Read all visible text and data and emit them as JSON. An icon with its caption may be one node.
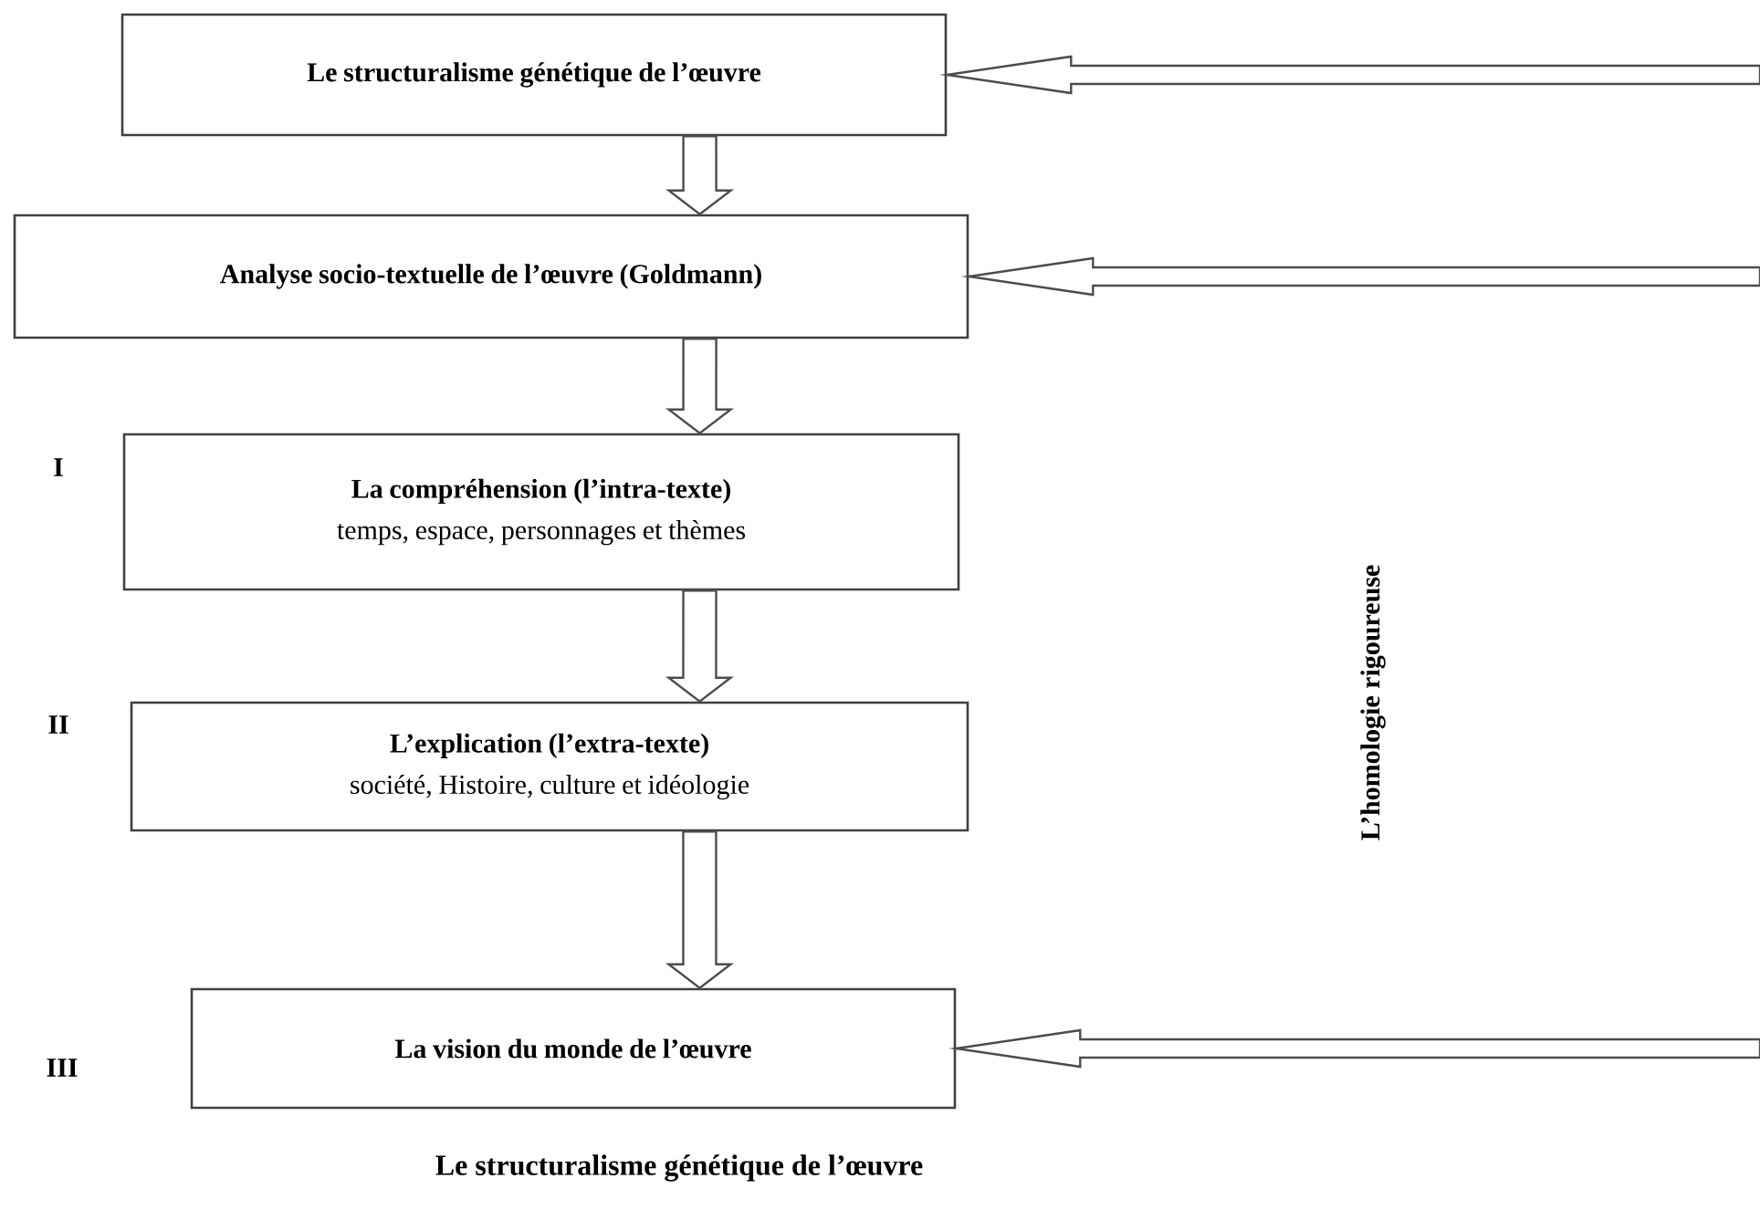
{
  "diagram": {
    "caption": "Le  structuralisme  génétique de l’œuvre",
    "nodes": [
      {
        "text": [
          "Le structuralisme génétique de l’œuvre"
        ]
      },
      {
        "text": [
          "Analyse socio-textuelle de l’œuvre (Goldmann)"
        ]
      },
      {
        "text": [
          "La compréhension  (l’intra-texte)",
          "temps, espace,  personnages et  thèmes"
        ],
        "beside": [
          "I"
        ]
      },
      {
        "text": [
          "L’explication   (l’extra-texte)",
          "société, Histoire, culture et idéologie"
        ],
        "beside": [
          "II"
        ]
      },
      {
        "text": [
          "La vision  du monde  de  l’œuvre"
        ]
      }
    ],
    "edges": [
      {
        "from": 0,
        "to": 1,
        "arrow": "to"
      },
      {
        "from": 1,
        "to": 2,
        "arrow": "to"
      },
      {
        "from": 2,
        "to": 3,
        "arrow": "to"
      },
      {
        "from": 3,
        "to": 4,
        "arrow": "to"
      },
      {
        "from": null,
        "to": 0,
        "arrow": "to"
      },
      {
        "from": null,
        "to": 1,
        "arrow": "to"
      },
      {
        "from": null,
        "to": 4,
        "arrow": "to"
      }
    ],
    "labels": [
      "L’homologie  rigoureuse",
      "III"
    ]
  }
}
